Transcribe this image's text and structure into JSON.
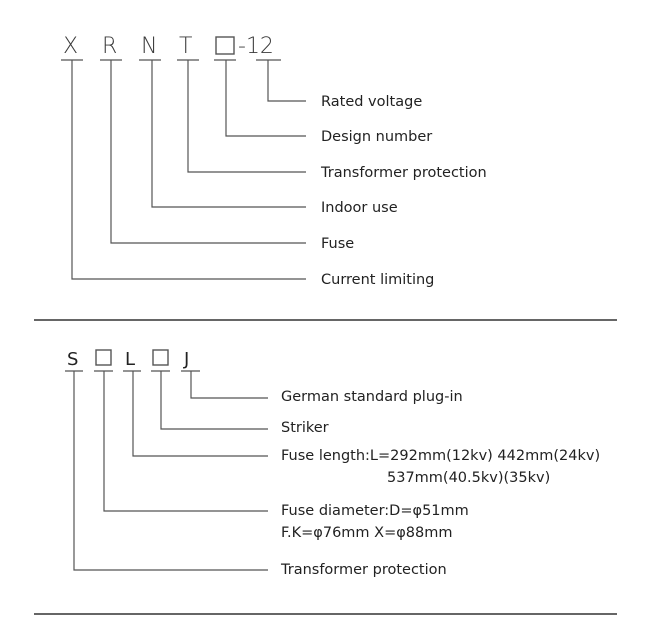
{
  "top": {
    "code_letters": [
      "X",
      "R",
      "N",
      "T",
      "",
      "-12"
    ],
    "labels": [
      "Rated voltage",
      "Design number",
      "Transformer protection",
      "Indoor use",
      "Fuse",
      "Current limiting"
    ]
  },
  "bottom": {
    "code_letters": [
      "S",
      "",
      "L",
      "",
      "J"
    ],
    "labels": {
      "plug_in": "German standard plug-in",
      "striker": "Striker",
      "fuse_length_line1": "Fuse length:L=292mm(12kv)  442mm(24kv)",
      "fuse_length_line2": "537mm(40.5kv)(35kv)",
      "fuse_diameter_line1": "Fuse diameter:D=φ51mm",
      "fuse_diameter_line2": "F.K=φ76mm  X=φ88mm",
      "transformer_protection": "Transformer protection"
    }
  },
  "colors": {
    "text": "#222222",
    "lines": "#555555",
    "separator": "#333333"
  }
}
